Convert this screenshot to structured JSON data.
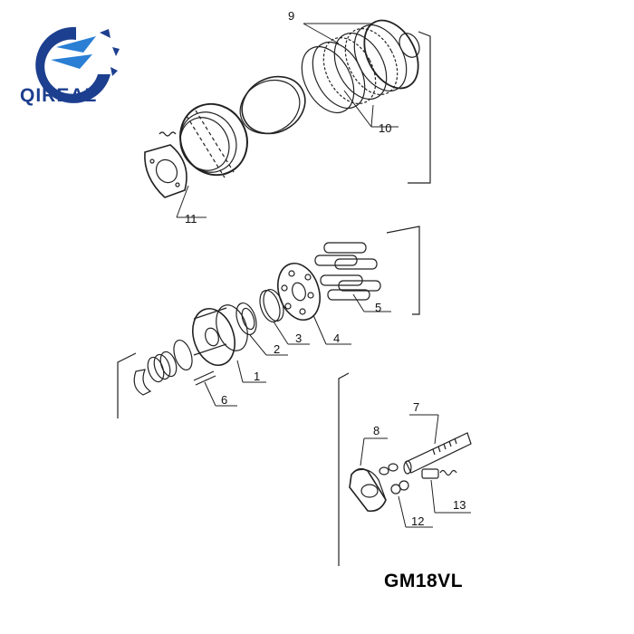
{
  "brand": {
    "name": "QIREAL",
    "color_primary": "#1d3f8f",
    "color_accent": "#2a7fd4"
  },
  "model": "GM18VL",
  "callouts": [
    {
      "id": "c1",
      "label": "1"
    },
    {
      "id": "c2",
      "label": "2"
    },
    {
      "id": "c3",
      "label": "3"
    },
    {
      "id": "c4",
      "label": "4"
    },
    {
      "id": "c5",
      "label": "5"
    },
    {
      "id": "c6",
      "label": "6"
    },
    {
      "id": "c7",
      "label": "7"
    },
    {
      "id": "c8",
      "label": "8"
    },
    {
      "id": "c9",
      "label": "9"
    },
    {
      "id": "c10",
      "label": "10"
    },
    {
      "id": "c11",
      "label": "11"
    },
    {
      "id": "c12",
      "label": "12"
    },
    {
      "id": "c13",
      "label": "13"
    }
  ]
}
